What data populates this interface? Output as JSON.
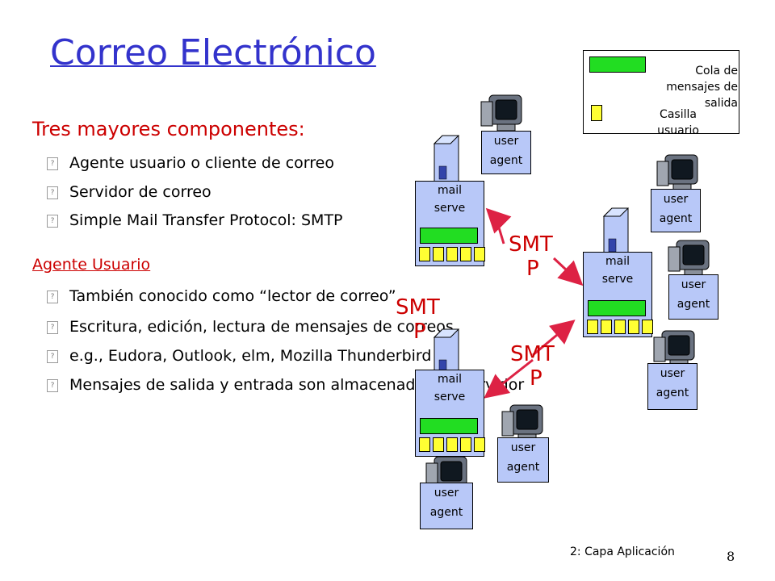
{
  "title": "Correo Electrónico",
  "subheading": "Tres mayores componentes:",
  "components": [
    "Agente usuario o cliente de correo",
    "Servidor de correo",
    "Simple Mail Transfer Protocol: SMTP"
  ],
  "section_title": "Agente Usuario",
  "agent_points": [
    "También conocido como “lector de correo”",
    "Escritura, edición, lectura de mensajes de correos",
    "e.g., Eudora, Outlook, elm, Mozilla Thunderbird",
    "Mensajes de salida y entrada son almacenados en servidor"
  ],
  "diagram": {
    "mail_server_label": "mail serve",
    "user_agent_label": "user agent",
    "protocol_line1": "SMT",
    "protocol_line2": "P"
  },
  "legend": {
    "queue_label": "Cola de mensajes de salida",
    "mailbox_label": "Casilla usuario"
  },
  "footer": "2: Capa Aplicación",
  "page_number": "8",
  "colors": {
    "title": "#3333cc",
    "red_text": "#cc0000",
    "box_fill": "#b8c8f8",
    "queue_green": "#22dd22",
    "mailbox_yellow": "#ffff33",
    "arrow": "#dd2244"
  }
}
